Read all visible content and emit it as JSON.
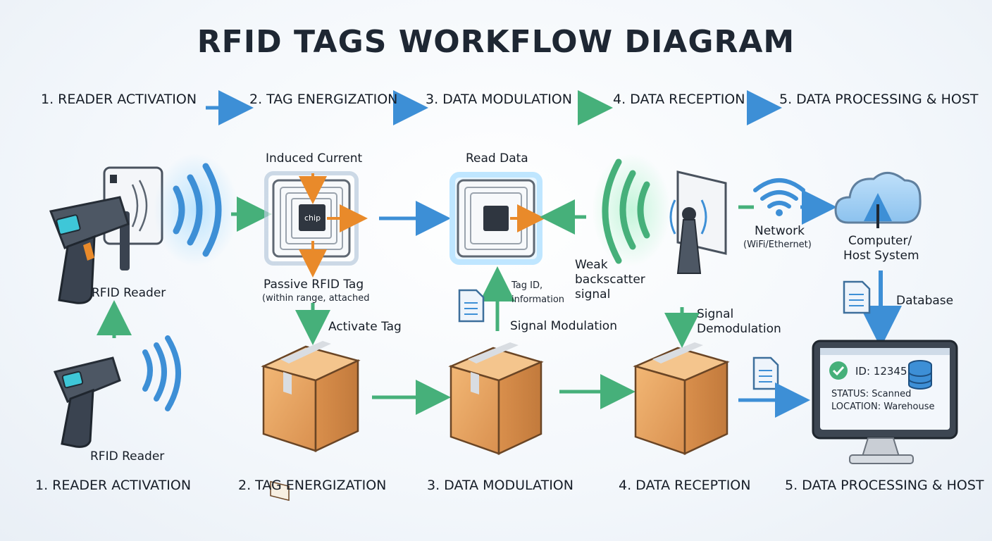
{
  "title": "RFID TAGS WORKFLOW DIAGRAM",
  "steps_top": [
    "1. READER ACTIVATION",
    "2. TAG ENERGIZATION",
    "3. DATA MODULATION",
    "4. DATA RECEPTION",
    "5. DATA PROCESSING & HOST"
  ],
  "steps_bottom": [
    "1. READER ACTIVATION",
    "2. TAG ENERGIZATION",
    "3. DATA MODULATION",
    "4. DATA RECEPTION",
    "5. DATA PROCESSING & HOST"
  ],
  "labels": {
    "induced_current": "Induced Current",
    "chip": "chip",
    "read_data": "Read Data",
    "rfid_reader_top": "RFID Reader",
    "rfid_reader_bottom": "RFID Reader",
    "passive_tag": "Passive RFID Tag",
    "passive_tag_note": "(within range, attached",
    "activate_tag": "Activate Tag",
    "tag_id_line1": "Tag ID,",
    "tag_id_line2": "information",
    "signal_modulation": "Signal Modulation",
    "weak_line1": "Weak",
    "weak_line2": "backscatter",
    "weak_line3": "signal",
    "signal_demod_line1": "Signal",
    "signal_demod_line2": "Demodulation",
    "network": "Network",
    "network_note": "(WiFi/Ethernet)",
    "computer_line1": "Computer/",
    "computer_line2": "Host System",
    "database": "Database",
    "screen_id": "ID: 12345",
    "screen_status": "STATUS: Scanned",
    "screen_location": "LOCATION: Warehouse"
  },
  "colors": {
    "blue": "#3d8fd6",
    "green": "#46b07a",
    "orange": "#e98a2a",
    "box": "#e6a463",
    "dark": "#3a4350"
  },
  "icons": [
    "rfid-reader-icon",
    "antenna-panel-icon",
    "rfid-tag-icon",
    "chip-icon",
    "cardboard-box-icon",
    "document-icon",
    "wifi-icon",
    "cloud-icon",
    "monitor-icon",
    "database-icon",
    "check-icon",
    "radio-tower-icon"
  ]
}
